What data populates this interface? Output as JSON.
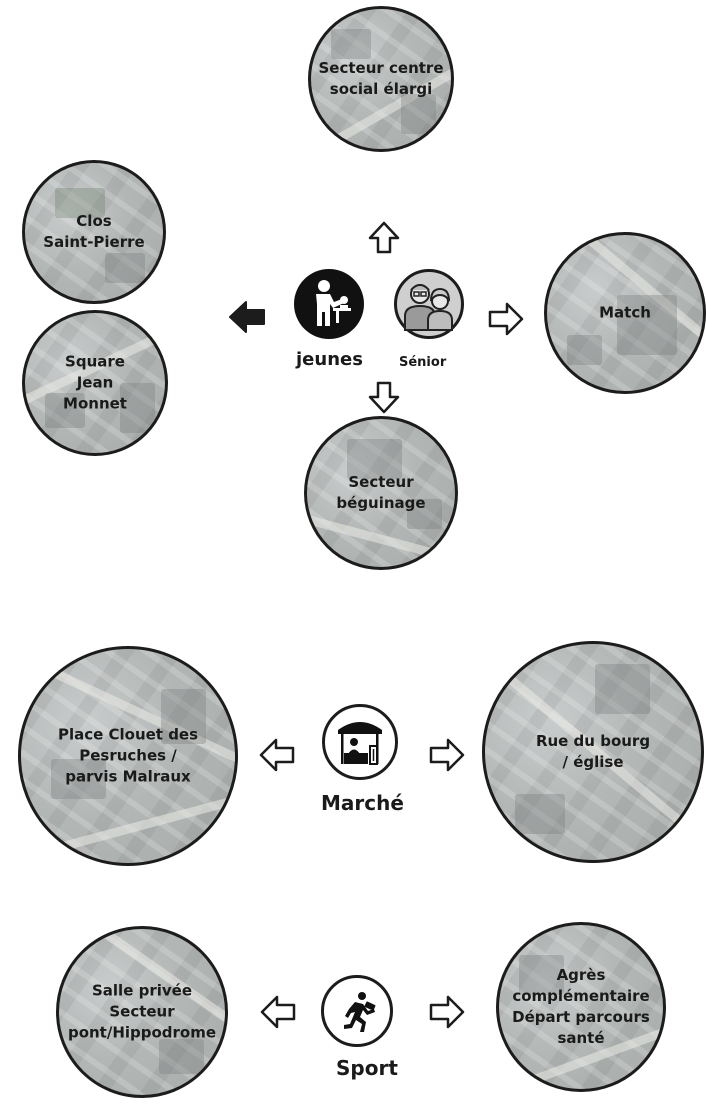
{
  "hub_jeunes": {
    "label": "jeunes",
    "icon": "teacher-child-icon"
  },
  "hub_senior": {
    "label": "Sénior",
    "icon": "senior-couple-icon"
  },
  "hub_marche": {
    "label": "Marché",
    "icon": "market-stall-icon"
  },
  "hub_sport": {
    "label": "Sport",
    "icon": "runner-icon"
  },
  "locations": {
    "secteur_centre_social": "Secteur centre\nsocial élargi",
    "clos_saint_pierre": "Clos\nSaint-Pierre",
    "square_jean_monnet": "Square\nJean\nMonnet",
    "match": "Match",
    "secteur_beguinage": "Secteur\nbéguinage",
    "place_clouet": "Place Clouet des\nPesruches /\nparvis Malraux",
    "rue_du_bourg": "Rue du bourg\n/ église",
    "salle_privee": "Salle privée\nSecteur\npont/Hippodrome",
    "agres": "Agrès\ncomplémentaire\nDépart parcours\nsanté"
  },
  "colors": {
    "outline": "#1c1c1c",
    "filled_arrow": "#1c1c1c",
    "map_base": "#b3b7b6"
  }
}
